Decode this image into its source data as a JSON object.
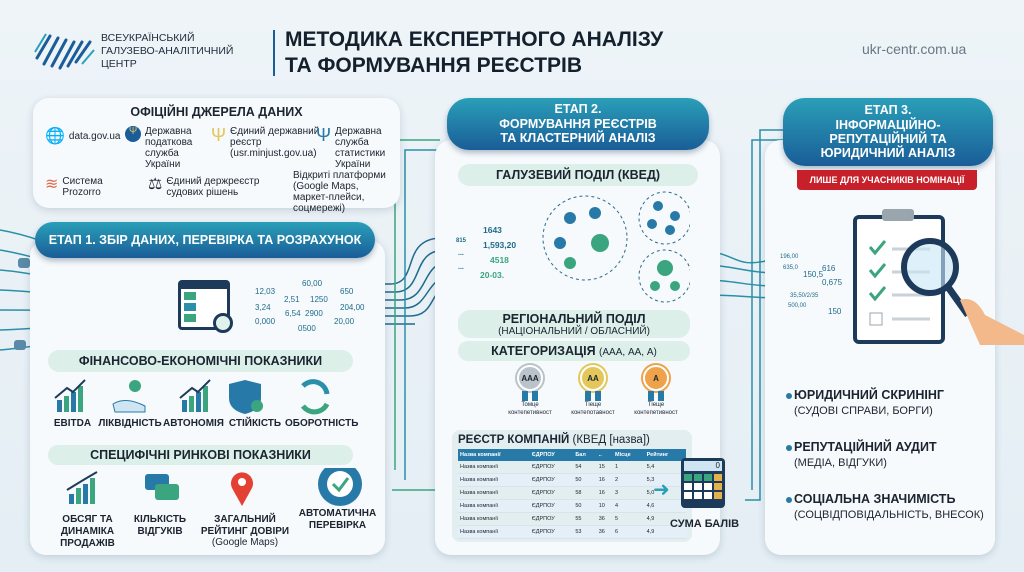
{
  "header": {
    "org_lines": [
      "ВСЕУКРАЇНСЬКИЙ",
      "ГАЛУЗЕВО-АНАЛІТИЧНИЙ",
      "ЦЕНТР"
    ],
    "title_lines": [
      "МЕТОДИКА ЕКСПЕРТНОГО АНАЛІЗУ",
      "ТА ФОРМУВАННЯ РЕЄСТРІВ"
    ],
    "url": "ukr-centr.com.ua"
  },
  "sources": {
    "title": "ОФІЦІЙНІ ДЖЕРЕЛА ДАНИХ",
    "items": [
      {
        "label": "data.gov.ua",
        "icon": "globe-icon"
      },
      {
        "label": "Державна податкова служба України",
        "icon": "tax-service-icon"
      },
      {
        "label": "Єдиний державний реєстр",
        "sub": "(usr.minjust.gov.ua)",
        "icon": "trident-icon"
      },
      {
        "label": "Державна служба статистики України",
        "icon": "trident-icon"
      },
      {
        "label": "Система Prozorro",
        "icon": "prozorro-icon"
      },
      {
        "label": "Єдиний держреєстр судових рішень",
        "icon": "scales-icon"
      },
      {
        "label": "Відкриті платформи (Google Maps, маркет-плейси, соцмережі)",
        "icon": ""
      }
    ]
  },
  "stage1": {
    "title": "ЕТАП 1. ЗБІР ДАНИХ, ПЕРЕВІРКА ТА РОЗРАХУНОК",
    "flow_values": [
      "60,00",
      "12,03",
      "650",
      "2,51",
      "1250",
      "3,24",
      "204,00",
      "6,54",
      "2900",
      "0,000",
      "20,00",
      "0500"
    ],
    "fin_title": "ФІНАНСОВО-ЕКОНОМІЧНІ ПОКАЗНИКИ",
    "fin": [
      "EBITDA",
      "ЛІКВІДНІСТЬ",
      "АВТОНОМІЯ",
      "СТІЙКІСТЬ",
      "ОБОРОТНІСТЬ"
    ],
    "market_title": "СПЕЦИФІЧНІ РИНКОВІ ПОКАЗНИКИ",
    "market": [
      "ОБСЯГ ТА ДИНАМІКА ПРОДАЖІВ",
      "КІЛЬКІСТЬ ВІДГУКІВ",
      "ЗАГАЛЬНИЙ РЕЙТИНГ ДОВІРИ",
      "(Google Maps)",
      "АВТОМАТИЧНА ПЕРЕВІРКА"
    ]
  },
  "stage2": {
    "title_lines": [
      "ЕТАП 2.",
      "ФОРМУВАННЯ РЕЄСТРІВ",
      "ТА КЛАСТЕРНИЙ АНАЛІЗ"
    ],
    "industry": "ГАЛУЗЕВИЙ ПОДІЛ (КВЕД)",
    "cluster_values": [
      "1643",
      "815",
      "1,593,20",
      "...",
      "4518",
      "...",
      "20-03."
    ],
    "regional": "РЕГІОНАЛЬНИЙ ПОДІЛ",
    "regional_sub": "(НАЦІОНАЛЬНИЙ / ОБЛАСНИЙ)",
    "category": "КАТЕГОРИЗАЦІЯ",
    "category_sub": "(ААА, АА, А)",
    "medals": [
      {
        "grade": "AAA",
        "label": "Томце контепетивност",
        "color": "#b9c3c9"
      },
      {
        "grade": "AA",
        "label": "Тіеще контепотавност",
        "color": "#e3c75a"
      },
      {
        "grade": "A",
        "label": "Тіеще контепетивност",
        "color": "#eea34a"
      }
    ],
    "registry": {
      "title": "РЕЄСТР КОМПАНІЙ",
      "title_sub": "(КВЕД [назва])",
      "columns": [
        "Назва компанії",
        "ЄДРПОУ",
        "Бал",
        "..",
        "Місце",
        "Рейтинг"
      ],
      "rows": [
        [
          "Назва компанії",
          "ЄДРПОУ",
          "54",
          "15",
          "1",
          "5,4"
        ],
        [
          "Назва компанії",
          "ЄДРПОУ",
          "50",
          "16",
          "2",
          "5,3"
        ],
        [
          "Назва компанії",
          "ЄДРПОУ",
          "58",
          "16",
          "3",
          "5,0"
        ],
        [
          "Назва компанії",
          "ЄДРПОУ",
          "50",
          "10",
          "4",
          "4,6"
        ],
        [
          "Назва компанії",
          "ЄДРПОУ",
          "55",
          "36",
          "5",
          "4,9"
        ],
        [
          "Назва компанії",
          "ЄДРПОУ",
          "53",
          "36",
          "6",
          "4,9"
        ]
      ]
    },
    "calc_display": "0",
    "sum": "СУМА БАЛІВ"
  },
  "stage3": {
    "title_lines": [
      "ЕТАП 3.",
      "ІНФОРМАЦІЙНО-",
      "РЕПУТАЦІЙНИЙ ТА",
      "ЮРИДИЧНИЙ АНАЛІЗ"
    ],
    "ribbon": "ЛИШЕ ДЛЯ УЧАСНИКІВ НОМІНАЦІЇ",
    "flow_values": [
      "196,00",
      "635,0",
      "616",
      "150,5",
      "0,675",
      "35,50/2/35",
      "500,00",
      "150"
    ],
    "items": [
      {
        "t": "ЮРИДИЧНИЙ СКРИНІНГ",
        "s": "(СУДОВІ СПРАВИ, БОРГИ)"
      },
      {
        "t": "РЕПУТАЦІЙНИЙ АУДИТ",
        "s": "(МЕДІА, ВІДГУКИ)"
      },
      {
        "t": "СОЦІАЛЬНА ЗНАЧИМІСТЬ",
        "s": "(СОЦВІДПОВІДАЛЬНІСТЬ, ВНЕСОК)"
      }
    ]
  },
  "colors": {
    "blue": "#1a5d98",
    "teal": "#2a9fb8",
    "green": "#3aa57f",
    "red": "#c8202a"
  }
}
